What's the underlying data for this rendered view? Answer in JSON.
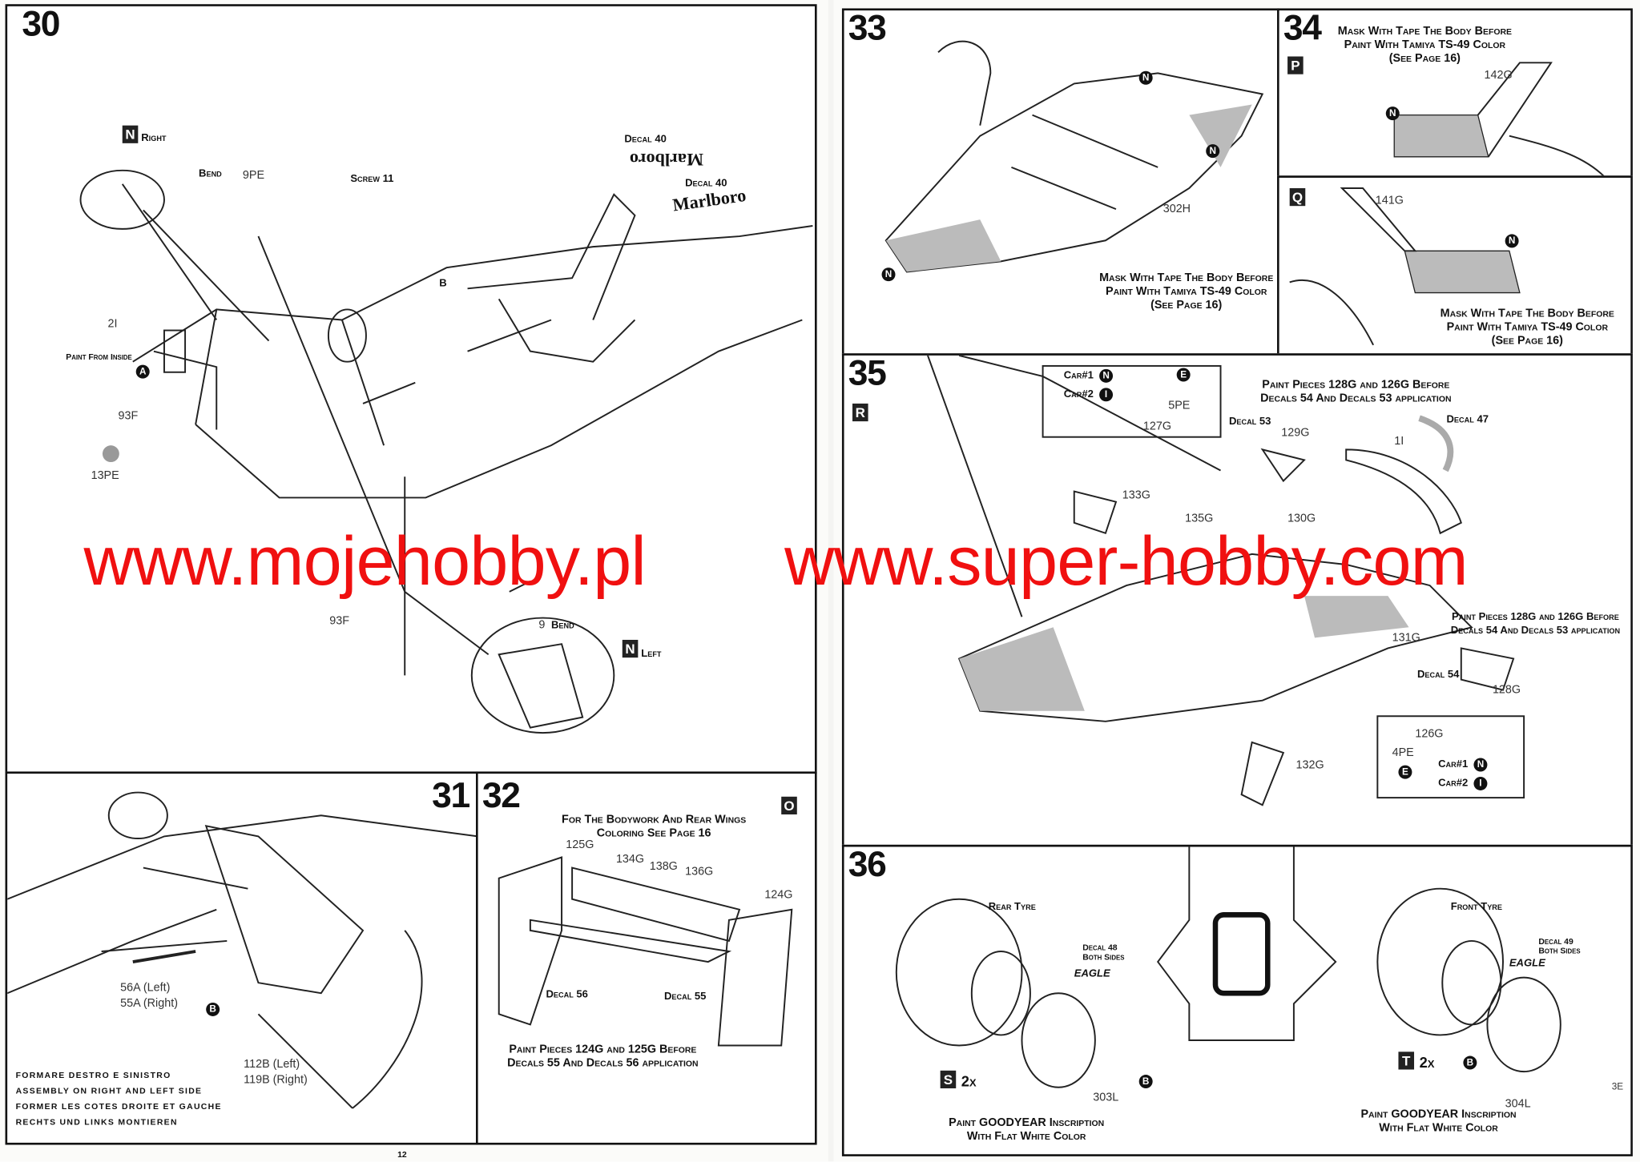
{
  "left_page": {
    "page_number": "12",
    "step30": {
      "number": "30",
      "badge": "N",
      "labels": {
        "right": "Right",
        "left": "Left",
        "bend1": "Bend",
        "bend2": "Bend",
        "screw": "Screw 11",
        "decal40a": "Decal 40",
        "decal40b": "Decal 40",
        "paint_inside": "Paint From Inside",
        "logo_text": "Marlboro"
      },
      "parts": [
        "9PE",
        "2I",
        "93F",
        "13PE",
        "93F",
        "9"
      ],
      "circles": [
        "A",
        "B"
      ]
    },
    "step31": {
      "number": "31",
      "parts": [
        "56A (Left)",
        "55A (Right)",
        "112B (Left)",
        "119B (Right)"
      ],
      "circle": "B",
      "notes": [
        "FORMARE DESTRO E SINISTRO",
        "ASSEMBLY ON RIGHT AND LEFT SIDE",
        "FORMER LES COTES DROITE ET GAUCHE",
        "RECHTS UND LINKS MONTIEREN"
      ]
    },
    "step32": {
      "number": "32",
      "badge": "O",
      "title": [
        "For The Bodywork And Rear Wings",
        "Coloring See Page 16"
      ],
      "parts": [
        "125G",
        "134G",
        "138G",
        "136G",
        "124G"
      ],
      "decals": [
        "Decal 56",
        "Decal 55"
      ],
      "note": [
        "Paint Pieces 124G and 125G Before",
        "Decals 55 And Decals 56 application"
      ]
    }
  },
  "right_page": {
    "page_number": "3E",
    "step33": {
      "number": "33",
      "part": "302H",
      "circle": "N",
      "note": [
        "Mask With Tape The Body Before",
        "Paint With Tamiya TS-49 Color",
        "(See Page 16)"
      ]
    },
    "step34": {
      "number": "34",
      "badge": "P",
      "part": "142G",
      "circle": "N",
      "note": [
        "Mask With Tape The Body Before",
        "Paint With Tamiya TS-49 Color",
        "(See Page 16)"
      ]
    },
    "stepQ": {
      "badge": "Q",
      "part": "141G",
      "circle": "N",
      "note": [
        "Mask With Tape The Body Before",
        "Paint With Tamiya TS-49 Color",
        "(See Page 16)"
      ]
    },
    "step35": {
      "number": "35",
      "badge": "R",
      "car1": "Car#1",
      "car2": "Car#2",
      "circles": {
        "n": "N",
        "i": "I",
        "e": "E"
      },
      "parts": {
        "p127": "127G",
        "p5": "5PE",
        "p129": "129G",
        "p1": "1I",
        "p133": "133G",
        "p135": "135G",
        "p130": "130G",
        "p131": "131G",
        "p128": "128G",
        "p132": "132G",
        "p126": "126G",
        "p4": "4PE"
      },
      "decals": {
        "d53": "Decal 53",
        "d47": "Decal 47",
        "d54": "Decal 54"
      },
      "note_top": [
        "Paint Pieces 128G and 126G Before",
        "Decals 54 And Decals 53 application"
      ],
      "note_right": [
        "Paint Pieces 128G and 126G Before",
        "Decals 54 And Decals 53 application"
      ]
    },
    "step36": {
      "number": "36",
      "rear": {
        "title": "Rear Tyre",
        "decal": [
          "Decal 48",
          "Both Sides"
        ],
        "badge": "S",
        "qty": "2x",
        "part": "303L",
        "note": [
          "Paint GOODYEAR Inscription",
          "With Flat White Color"
        ]
      },
      "front": {
        "title": "Front Tyre",
        "decal": [
          "Decal 49",
          "Both Sides"
        ],
        "badge": "T",
        "qty": "2x",
        "part": "304L",
        "note": [
          "Paint GOODYEAR Inscription",
          "With Flat White Color"
        ]
      },
      "tyre_logo": "EAGLE",
      "circle": "B"
    }
  },
  "watermark": {
    "left": "www.mojehobby.pl",
    "right": "www.super-hobby.com",
    "color": "#f01010"
  }
}
